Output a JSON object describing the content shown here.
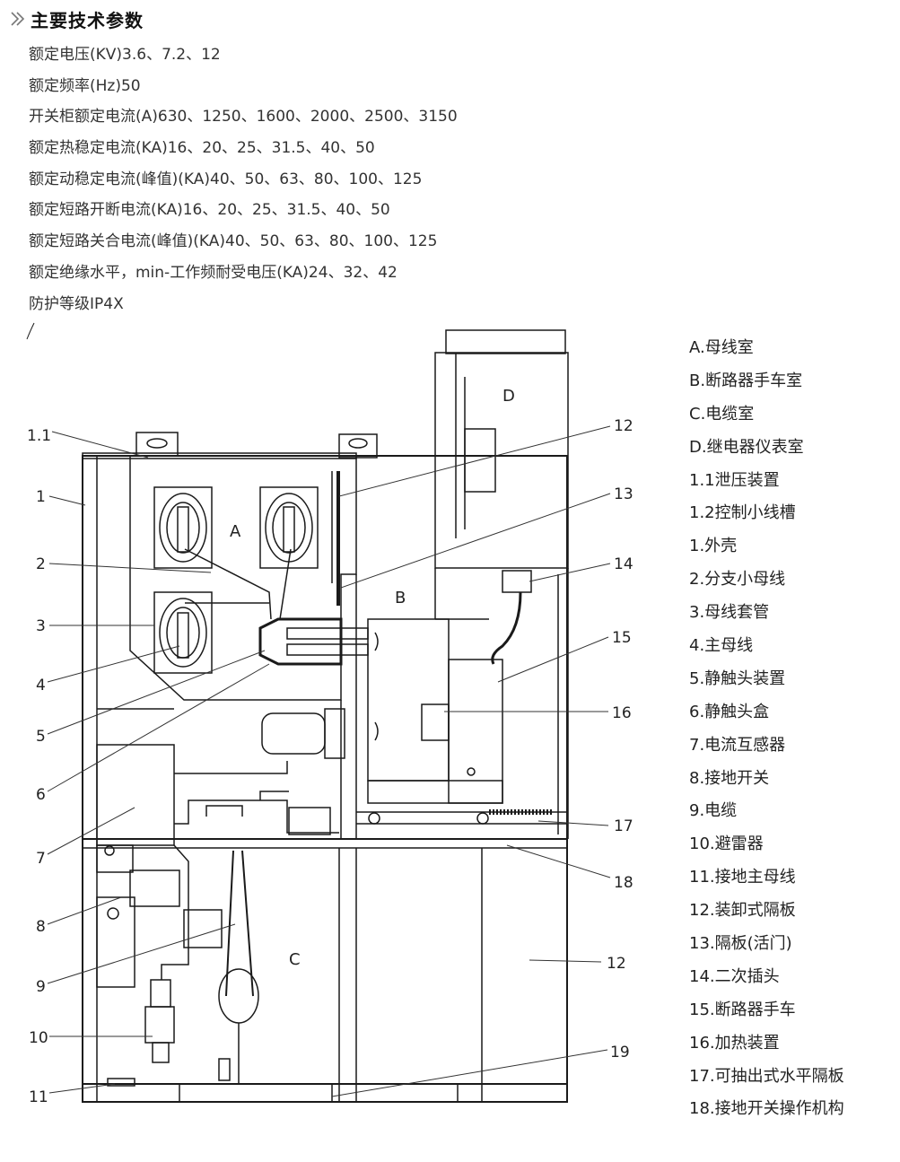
{
  "header": {
    "title": "主要技术参数",
    "chevron_icon": "double-chevron-right-icon"
  },
  "params": [
    "额定电压(KV)3.6、7.2、12",
    "额定频率(Hz)50",
    "开关柜额定电流(A)630、1250、1600、2000、2500、3150",
    "额定热稳定电流(KA)16、20、25、31.5、40、50",
    "额定动稳定电流(峰值)(KA)40、50、63、80、100、125",
    "额定短路开断电流(KA)16、20、25、31.5、40、50",
    "额定短路关合电流(峰值)(KA)40、50、63、80、100、125",
    "额定绝缘水平，min-工作频耐受电压(KA)24、32、42",
    "防护等级IP4X"
  ],
  "diagram": {
    "compartments": {
      "A": "A",
      "B": "B",
      "C": "C",
      "D": "D"
    },
    "left_labels": [
      "1.1",
      "1",
      "2",
      "3",
      "4",
      "5",
      "6",
      "7",
      "8",
      "9",
      "10",
      "11"
    ],
    "right_labels": [
      "12",
      "13",
      "14",
      "15",
      "16",
      "17",
      "18",
      "12",
      "19"
    ]
  },
  "legend": [
    "A.母线室",
    "B.断路器手车室",
    "C.电缆室",
    "D.继电器仪表室",
    "1.1泄压装置",
    "1.2控制小线槽",
    "1.外壳",
    "2.分支小母线",
    "3.母线套管",
    "4.主母线",
    "5.静触头装置",
    "6.静触头盒",
    "7.电流互感器",
    "8.接地开关",
    "9.电缆",
    "10.避雷器",
    "11.接地主母线",
    "12.装卸式隔板",
    "13.隔板(活门)",
    "14.二次插头",
    "15.断路器手车",
    "16.加热装置",
    "17.可抽出式水平隔板",
    "18.接地开关操作机构"
  ]
}
